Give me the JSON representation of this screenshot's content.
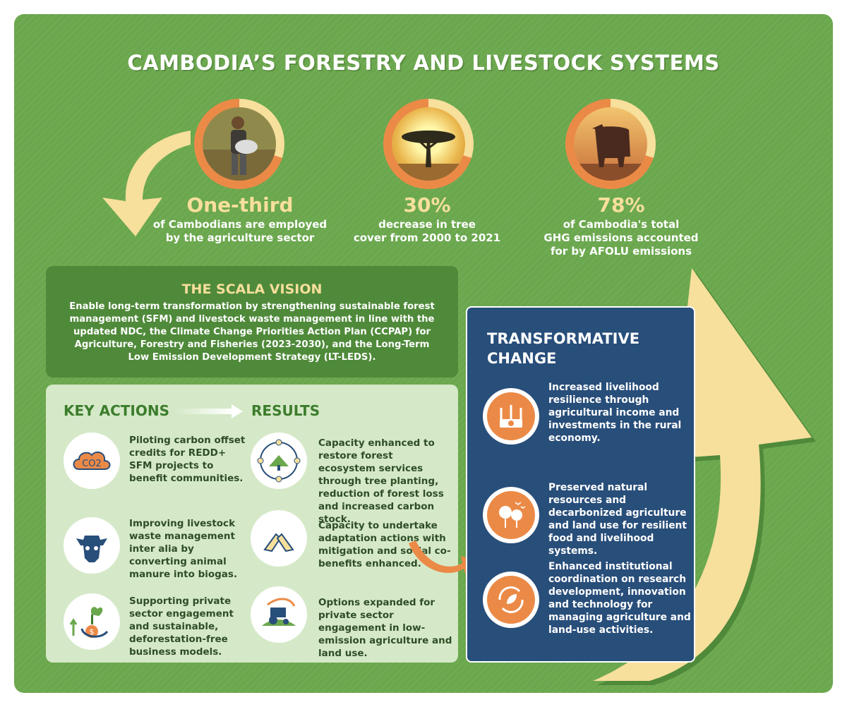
{
  "title": "CAMBODIA’S FORESTRY AND LIVESTOCK SYSTEMS",
  "stats": [
    {
      "value": "One-third",
      "desc": "of Cambodians are employed\nby the agriculture sector"
    },
    {
      "value": "30%",
      "desc": "decrease in tree\ncover from 2000 to 2021"
    },
    {
      "value": "78%",
      "desc": "of Cambodia's total\nGHG emissions accounted\nfor by AFOLU emissions"
    }
  ],
  "vision": {
    "heading": "THE SCALA VISION",
    "text": "Enable long-term transformation by strengthening sustainable forest management (SFM) and livestock waste management in line with the updated NDC, the Climate Change Priorities Action Plan (CCPAP) for Agriculture, Forestry and Fisheries (2023-2030), and the Long-Term Low Emission Development Strategy (LT-LEDS)."
  },
  "key_actions": {
    "heading": "KEY ACTIONS",
    "items": [
      "Piloting carbon offset credits for REDD+ SFM projects to benefit communities.",
      "Improving livestock waste management inter alia by converting animal manure into biogas.",
      "Supporting private sector engagement and sustainable, deforestation-free business models."
    ],
    "co2_label": "CO2"
  },
  "results": {
    "heading": "RESULTS",
    "items": [
      "Capacity enhanced to restore forest ecosystem services through tree planting, reduction of forest loss and increased carbon stock.",
      "Capacity to undertake adaptation actions with mitigation and social co-benefits enhanced.",
      "Options expanded for private sector engagement in low-emission agriculture and land use."
    ]
  },
  "transformative": {
    "heading": "TRANSFORMATIVE CHANGE",
    "items": [
      "Increased livelihood resilience through agricultural income and investments in the rural economy.",
      "Preserved natural resources and decarbonized agriculture and land use for resilient food and livelihood systems.",
      "Enhanced institutional coordination on research development, innovation and technology for managing agriculture and land-use activities."
    ]
  },
  "colors": {
    "green": "#6aa74d",
    "dark_green": "#4f8a3a",
    "light_green": "#d5e9c8",
    "navy": "#284e7a",
    "orange": "#eb8a47",
    "cream": "#f7df9c"
  }
}
